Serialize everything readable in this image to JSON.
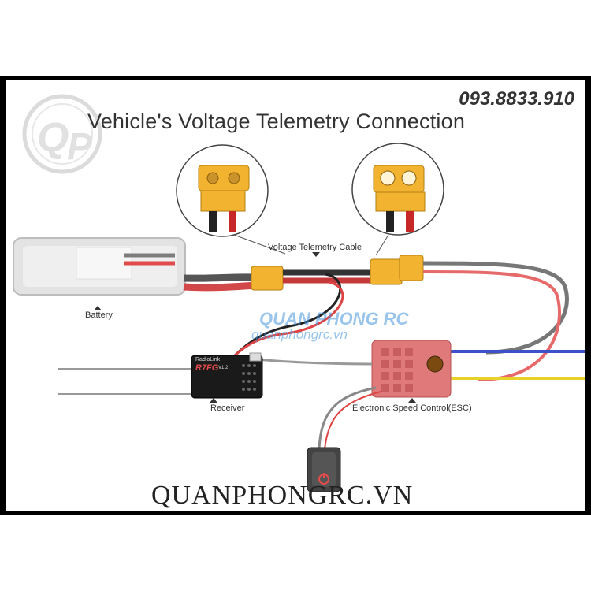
{
  "header": {
    "phone": "093.8833.910",
    "title": "Vehicle's Voltage Telemetry Connection"
  },
  "labels": {
    "cable": "Voltage Telemetry Cable",
    "battery": "Battery",
    "receiver": "Receiver",
    "esc": "Electronic Speed Control(ESC)"
  },
  "receiver": {
    "brand": "RadioLink",
    "model": "R7FG",
    "version": "V1.2"
  },
  "watermark": {
    "brand": "QUANPHONGRC.VN",
    "overlay_name": "QUAN PHONG RC",
    "overlay_url": "quanphongrc.vn",
    "logo_letters": "QP"
  },
  "colors": {
    "frame": "#000000",
    "connector_yellow": "#f2b430",
    "wire_red": "#e24b4b",
    "wire_gray": "#7d7d7d",
    "wire_blue": "#3d52c9",
    "wire_yellow": "#e8d22a",
    "watermark_blue": "#4696dc"
  }
}
